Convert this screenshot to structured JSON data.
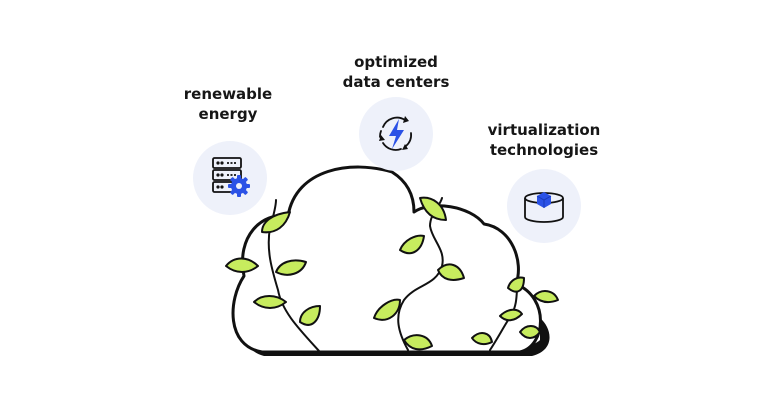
{
  "features": [
    {
      "line1": "renewable",
      "line2": "energy",
      "icon": "server-gear-icon"
    },
    {
      "line1": "optimized",
      "line2": "data centers",
      "icon": "energy-cycle-icon"
    },
    {
      "line1": "virtualization",
      "line2": "technologies",
      "icon": "virtual-cube-icon"
    }
  ],
  "colors": {
    "accent_blue": "#2b52e6",
    "badge_bg": "#eef1fa",
    "leaf_green": "#c7ec5e",
    "outline": "#111111"
  }
}
